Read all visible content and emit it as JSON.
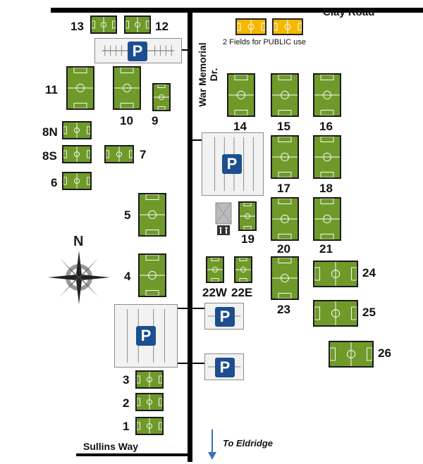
{
  "roads": {
    "clay_road": "Clay Road",
    "war_memorial": "War Memorial Dr.",
    "sullins_way": "Sullins Way"
  },
  "public_note": "2 Fields  for PUBLIC use",
  "to_eldridge": "To Eldridge",
  "parking_symbol": "P",
  "compass_label": "N",
  "fields": {
    "f1": "1",
    "f2": "2",
    "f3": "3",
    "f4": "4",
    "f5": "5",
    "f6": "6",
    "f7": "7",
    "f8n": "8N",
    "f8s": "8S",
    "f9": "9",
    "f10": "10",
    "f11": "11",
    "f12": "12",
    "f13": "13",
    "f14": "14",
    "f15": "15",
    "f16": "16",
    "f17": "17",
    "f18": "18",
    "f19": "19",
    "f20": "20",
    "f21": "21",
    "f22w": "22W",
    "f22e": "22E",
    "f23": "23",
    "f24": "24",
    "f25": "25",
    "f26": "26"
  },
  "colors": {
    "field_green": "#6f9a2a",
    "public_yellow": "#f4b800",
    "parking_blue": "#1d4e8f"
  }
}
